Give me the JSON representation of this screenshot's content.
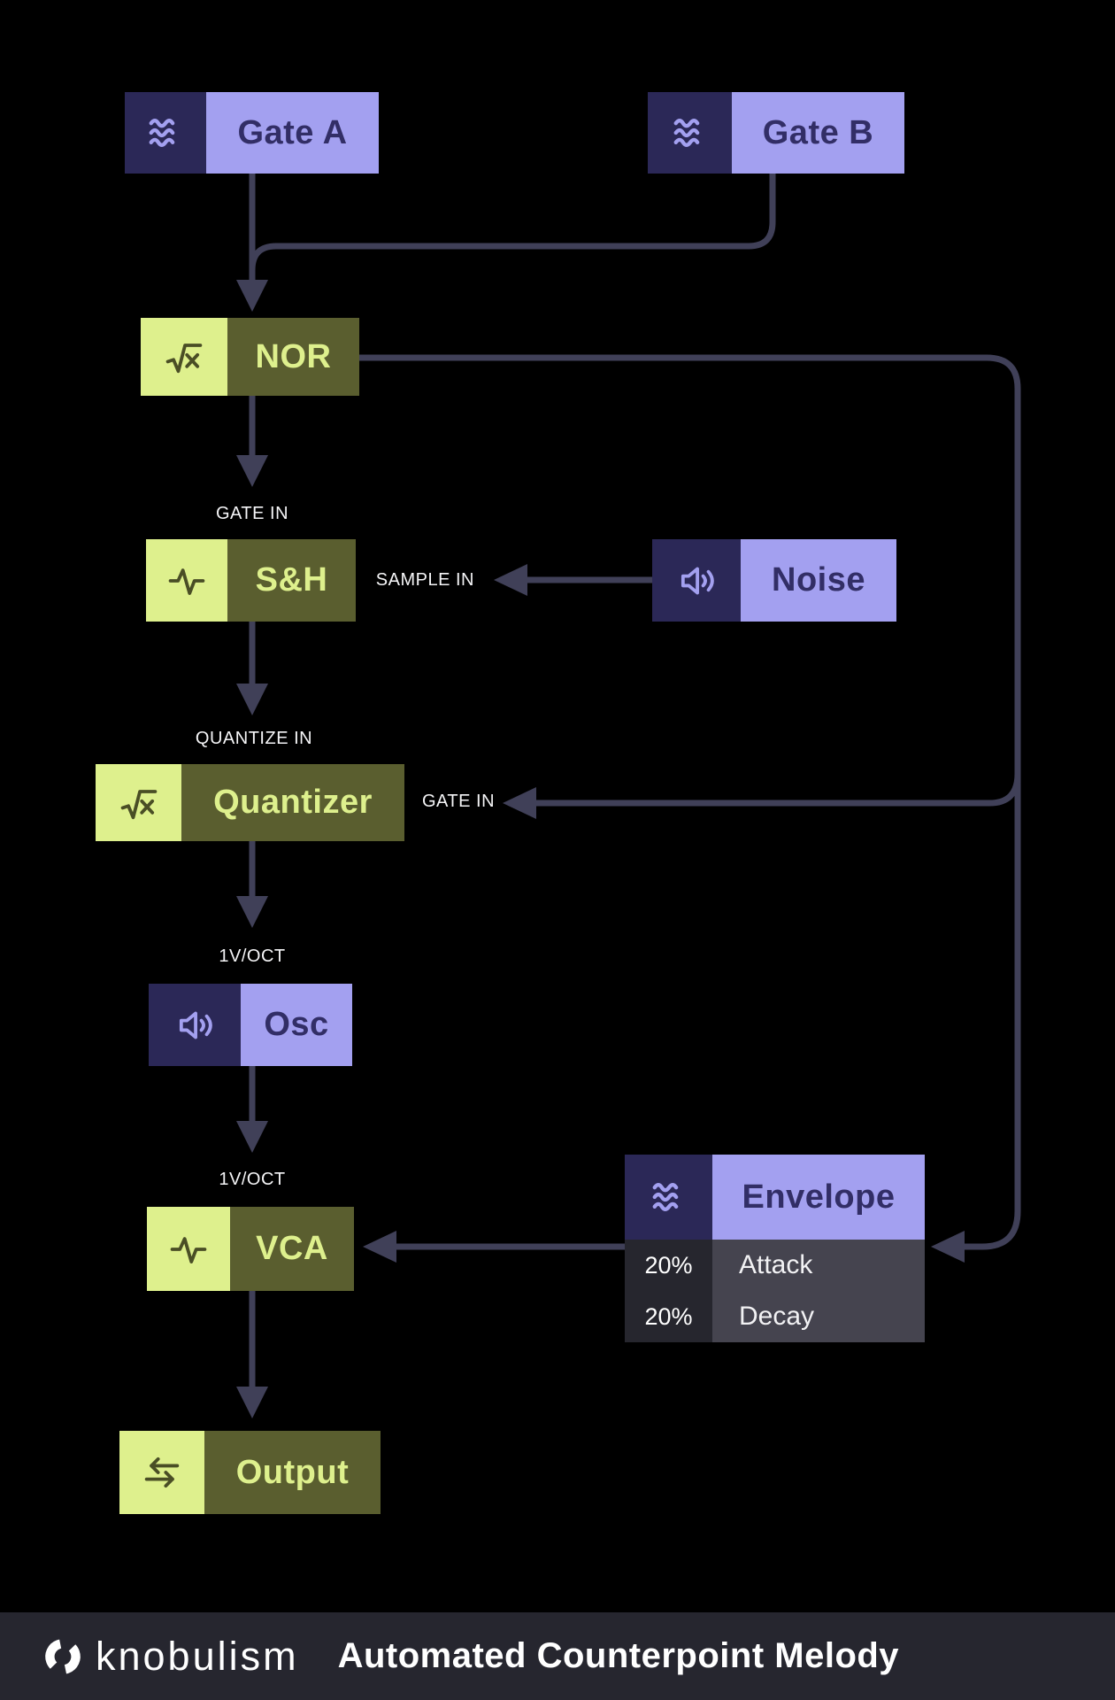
{
  "colors": {
    "bg": "#000000",
    "purple_light": "#a3a0f0",
    "navy": "#2b2857",
    "navy_text": "#322e66",
    "green_light": "#def08d",
    "olive": "#5a5e2f",
    "olive_icon": "#4a4e25",
    "connector": "#404058",
    "param_value_bg": "#26262e",
    "param_name_bg": "#45444f",
    "footer_bg": "#26262f",
    "label_white": "#f5f5f7"
  },
  "nodes": {
    "gate_a": {
      "label": "Gate A",
      "icon": "waves-icon"
    },
    "gate_b": {
      "label": "Gate B",
      "icon": "waves-icon"
    },
    "nor": {
      "label": "NOR",
      "icon": "sqrt-icon"
    },
    "sh": {
      "label": "S&H",
      "icon": "pulse-icon"
    },
    "noise": {
      "label": "Noise",
      "icon": "volume-icon"
    },
    "quantizer": {
      "label": "Quantizer",
      "icon": "sqrt-icon"
    },
    "osc": {
      "label": "Osc",
      "icon": "volume-icon"
    },
    "vca": {
      "label": "VCA",
      "icon": "pulse-icon"
    },
    "envelope": {
      "label": "Envelope",
      "icon": "waves-icon",
      "params": [
        {
          "value": "20%",
          "name": "Attack"
        },
        {
          "value": "20%",
          "name": "Decay"
        }
      ]
    },
    "output": {
      "label": "Output",
      "icon": "arrows-left-right-icon"
    }
  },
  "port_labels": {
    "sh_gate_in": "GATE IN",
    "sh_sample_in": "SAMPLE IN",
    "quantizer_quantize_in": "QUANTIZE IN",
    "quantizer_gate_in": "GATE IN",
    "osc_1voct": "1V/OCT",
    "vca_1voct": "1V/OCT"
  },
  "footer": {
    "brand": "knobulism",
    "title": "Automated Counterpoint Melody"
  }
}
